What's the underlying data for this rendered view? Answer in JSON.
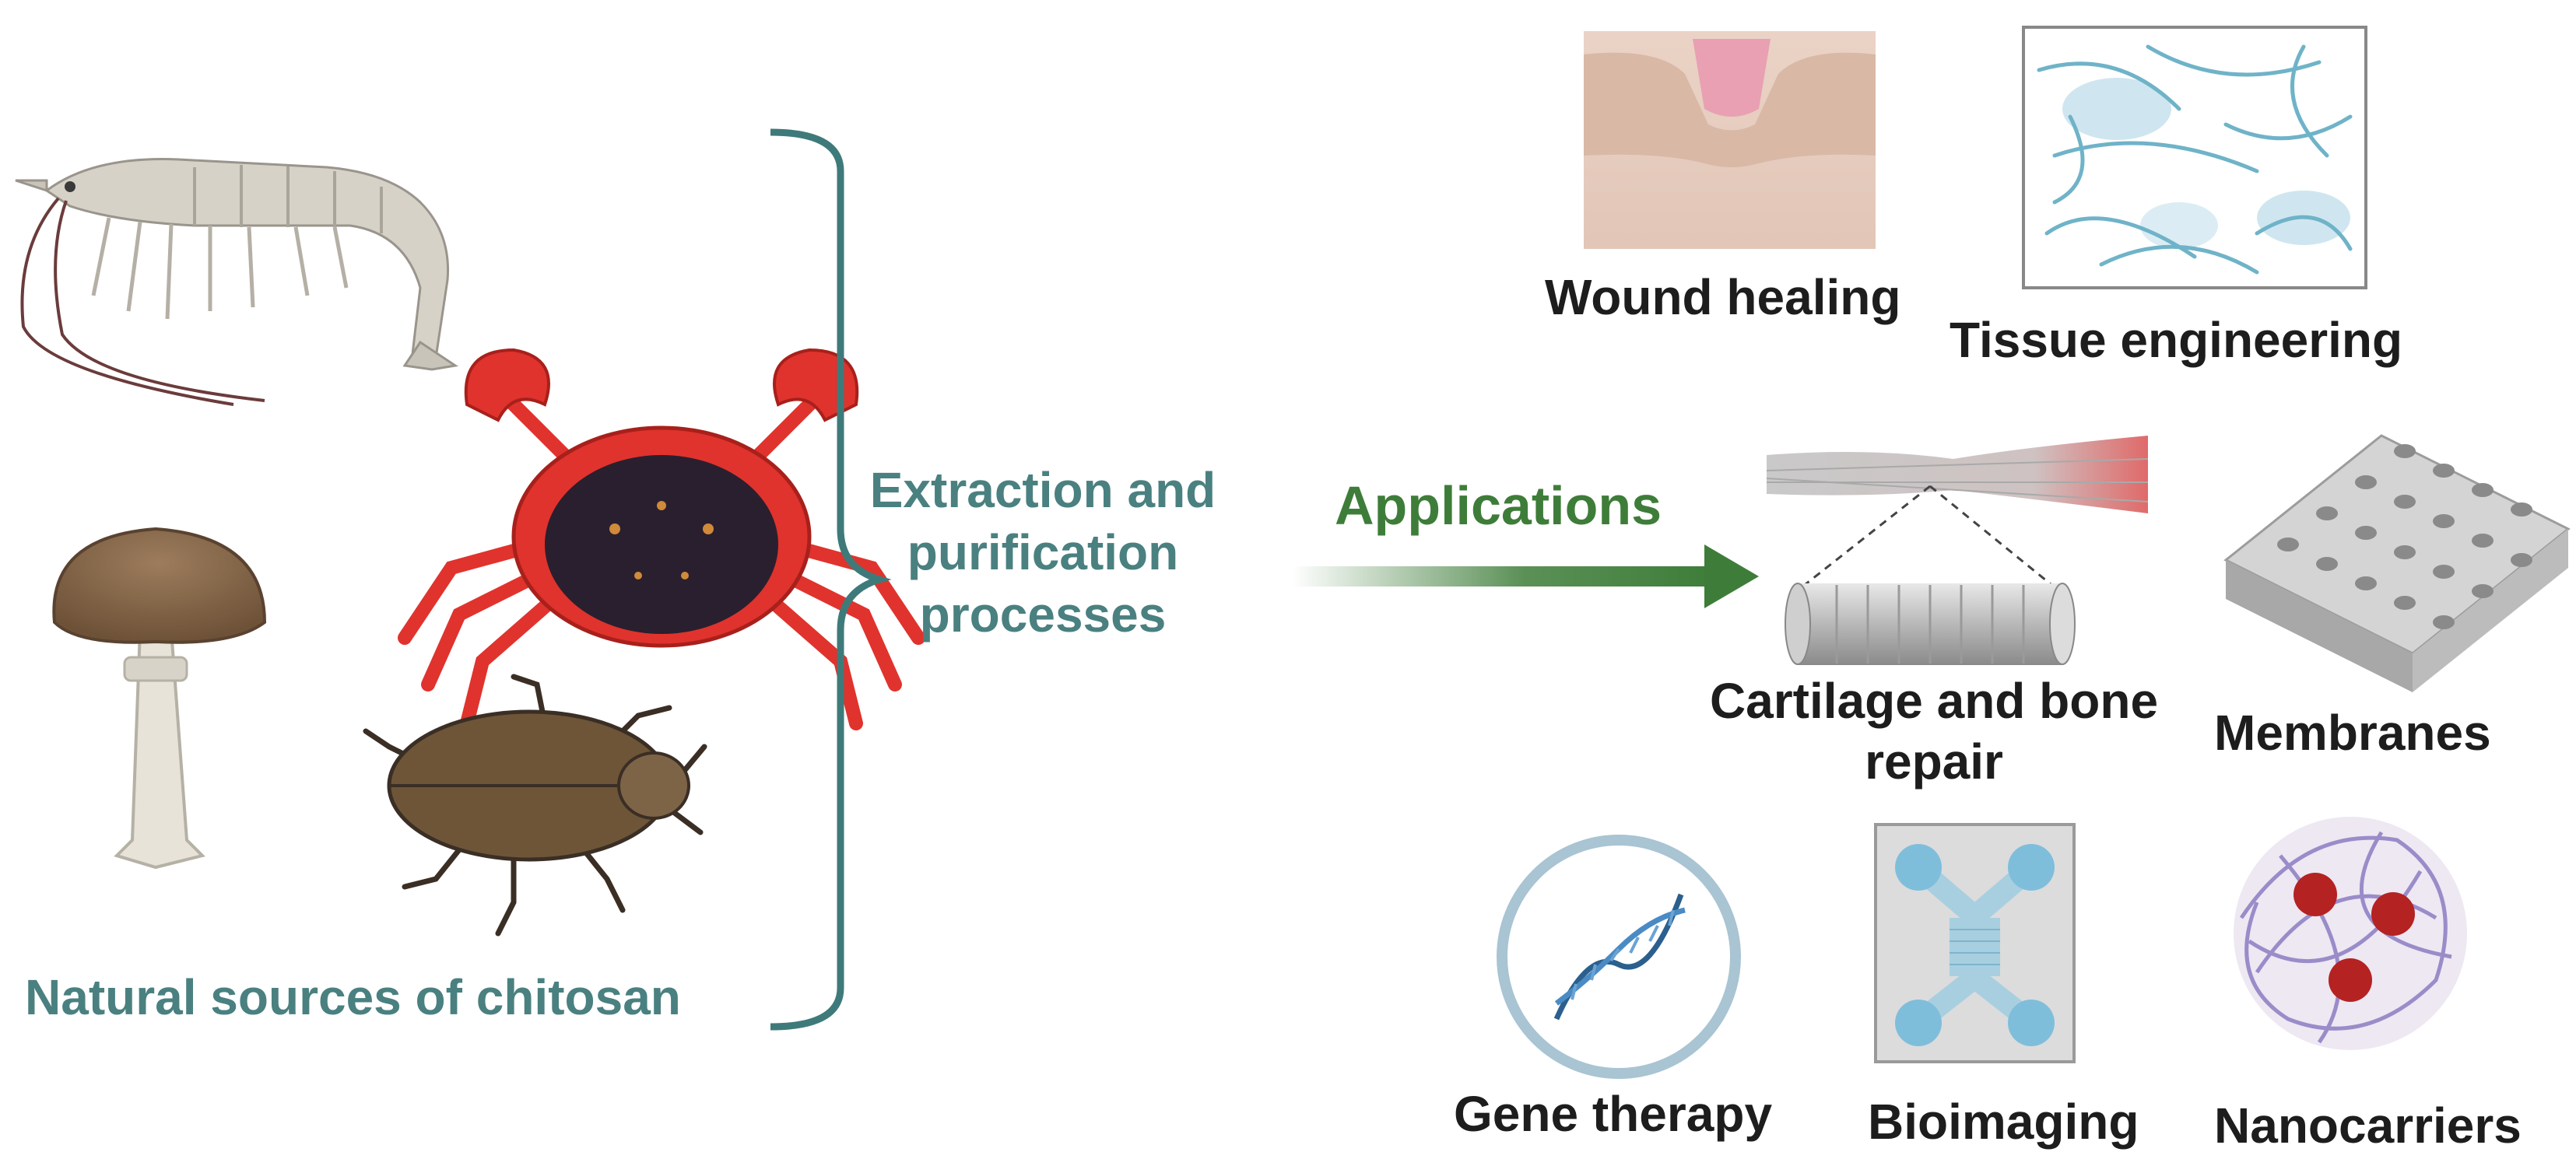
{
  "sources": {
    "caption": "Natural sources of chitosan",
    "items": [
      "shrimp-icon",
      "crab-icon",
      "mushroom-icon",
      "beetle-icon"
    ]
  },
  "process": {
    "line1": "Extraction and",
    "line2": "purification",
    "line3": "processes"
  },
  "arrow": {
    "label": "Applications"
  },
  "applications": {
    "wound_healing": "Wound healing",
    "tissue_engineering": "Tissue engineering",
    "cartilage_line1": "Cartilage and bone",
    "cartilage_line2": "repair",
    "membranes": "Membranes",
    "gene_therapy": "Gene therapy",
    "bioimaging": "Bioimaging",
    "nanocarriers": "Nanocarriers"
  },
  "colors": {
    "teal_text": "#4a8080",
    "bracket": "#3f7a7a",
    "arrow_green": "#3e7d39",
    "label_dark": "#1d1d1d"
  }
}
